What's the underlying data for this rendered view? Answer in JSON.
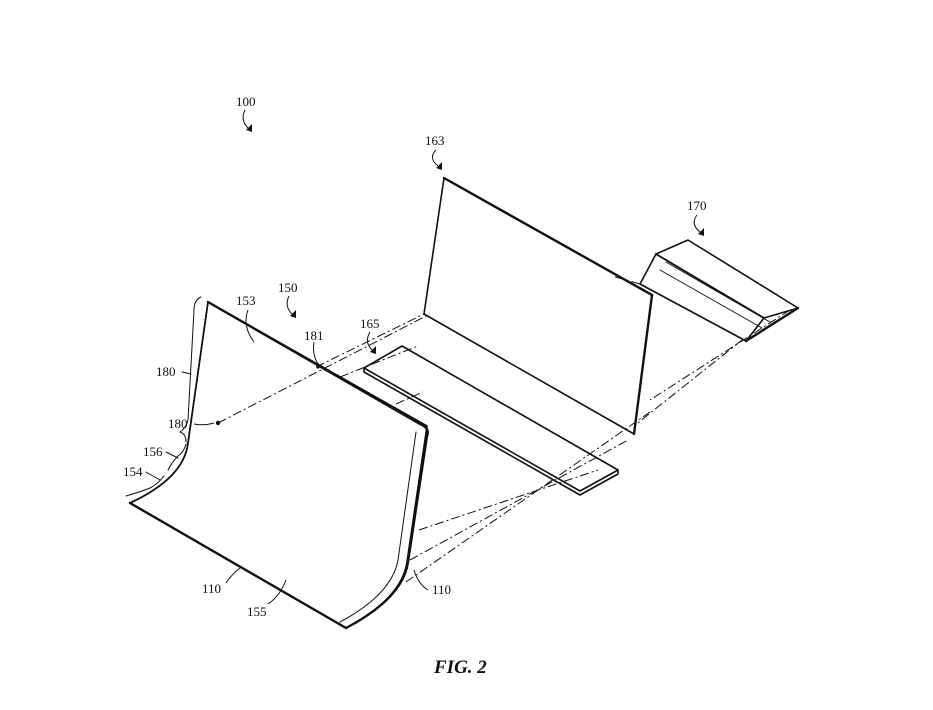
{
  "figure": {
    "caption": "FIG. 2",
    "labels": {
      "l100": "100",
      "l163": "163",
      "l170": "170",
      "l150": "150",
      "l153": "153",
      "l165": "165",
      "l181": "181",
      "l180a": "180",
      "l180b": "180",
      "l156": "156",
      "l154": "154",
      "l110a": "110",
      "l110b": "110",
      "l155": "155"
    }
  }
}
